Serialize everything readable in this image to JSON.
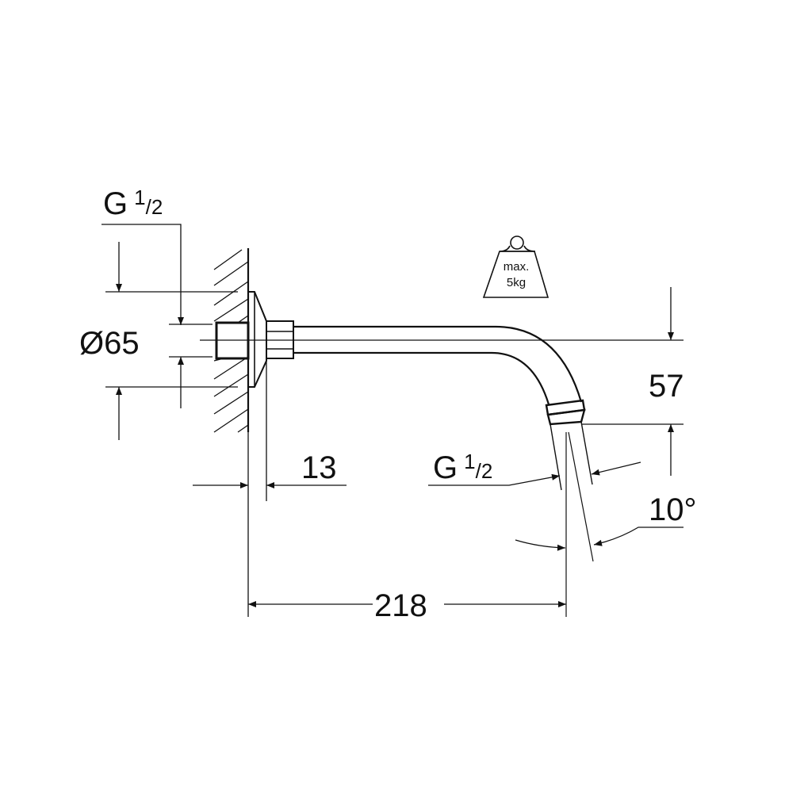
{
  "drawing": {
    "thread_left": {
      "letter": "G",
      "num": "1",
      "slash": "/",
      "den": "2"
    },
    "thread_right": {
      "letter": "G",
      "num": "1",
      "slash": "/",
      "den": "2"
    },
    "diameter": "Ø65",
    "offset_depth": "13",
    "length": "218",
    "drop": "57",
    "angle": "10°",
    "weight_badge": {
      "line1": "max.",
      "line2": "5kg"
    }
  },
  "colors": {
    "ink": "#111111",
    "background": "#ffffff"
  }
}
